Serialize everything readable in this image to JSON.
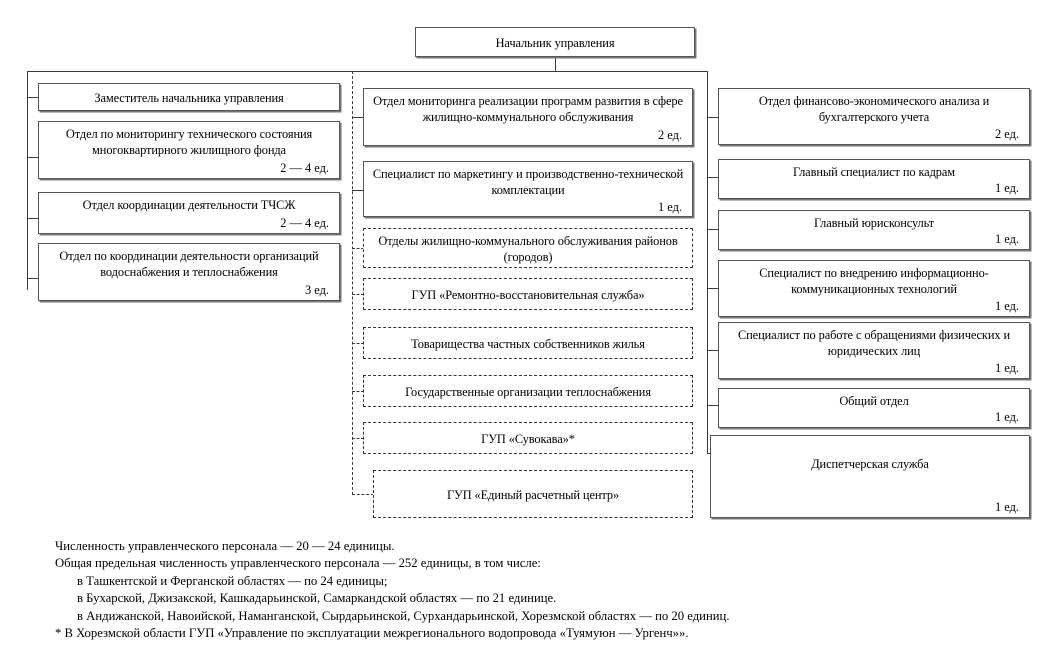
{
  "diagram": {
    "root": {
      "title": "Начальник управления"
    },
    "left_column": [
      {
        "title": "Заместитель начальника управления",
        "units": ""
      },
      {
        "title": "Отдел по мониторингу технического состояния многоквартирного жилищного фонда",
        "units": "2 — 4 ед."
      },
      {
        "title": "Отдел координации деятельности ТЧСЖ",
        "units": "2 — 4 ед."
      },
      {
        "title": "Отдел по координации деятельности организаций водоснабжения и теплоснабжения",
        "units": "3 ед."
      }
    ],
    "middle_column": [
      {
        "title": "Отдел мониторинга реализации программ развития в сфере жилищно-коммунального обслуживания",
        "units": "2 ед.",
        "style": "solid"
      },
      {
        "title": "Специалист по маркетингу и производственно-технической комплектации",
        "units": "1 ед.",
        "style": "solid"
      },
      {
        "title": "Отделы жилищно-коммунального обслуживания районов (городов)",
        "units": "",
        "style": "dashed"
      },
      {
        "title": "ГУП «Ремонтно-восстановительная служба»",
        "units": "",
        "style": "dashed"
      },
      {
        "title": "Товарищества частных собственников жилья",
        "units": "",
        "style": "dashed"
      },
      {
        "title": "Государственные организации теплоснабжения",
        "units": "",
        "style": "dashed"
      },
      {
        "title": "ГУП «Сувокава»*",
        "units": "",
        "style": "dashed"
      },
      {
        "title": "ГУП «Единый расчетный центр»",
        "units": "",
        "style": "dashed"
      }
    ],
    "right_column": [
      {
        "title": "Отдел финансово-экономического анализа и бухгалтерского учета",
        "units": "2 ед."
      },
      {
        "title": "Главный специалист по кадрам",
        "units": "1 ед."
      },
      {
        "title": "Главный юрисконсульт",
        "units": "1 ед."
      },
      {
        "title": "Специалист по внедрению информационно-коммуникационных технологий",
        "units": "1 ед."
      },
      {
        "title": "Специалист по работе с обращениями физических и юридических лиц",
        "units": "1 ед."
      },
      {
        "title": "Общий отдел",
        "units": "1 ед."
      },
      {
        "title": "Диспетчерская служба",
        "units": "1 ед."
      }
    ]
  },
  "notes": [
    "Численность управленческого персонала — 20 — 24 единицы.",
    "Общая предельная численность управленческого персонала — 252 единицы, в том числе:",
    "в Ташкентской и Ферганской областях — по 24 единицы;",
    "в Бухарской, Джизакской, Кашкадарьинской, Самаркандской областях — по 21 единице.",
    "в Андижанской, Навоийской, Наманганской, Сырдарьинской, Сурхандарьинской, Хорезмской областях — по 20 единиц.",
    "* В Хорезмской области ГУП «Управление по эксплуатации межрегионального водопровода «Туямуюн — Ургенч»»."
  ],
  "colors": {
    "border": "#555555",
    "line": "#3a3a3a",
    "background": "#ffffff",
    "text": "#000000"
  }
}
